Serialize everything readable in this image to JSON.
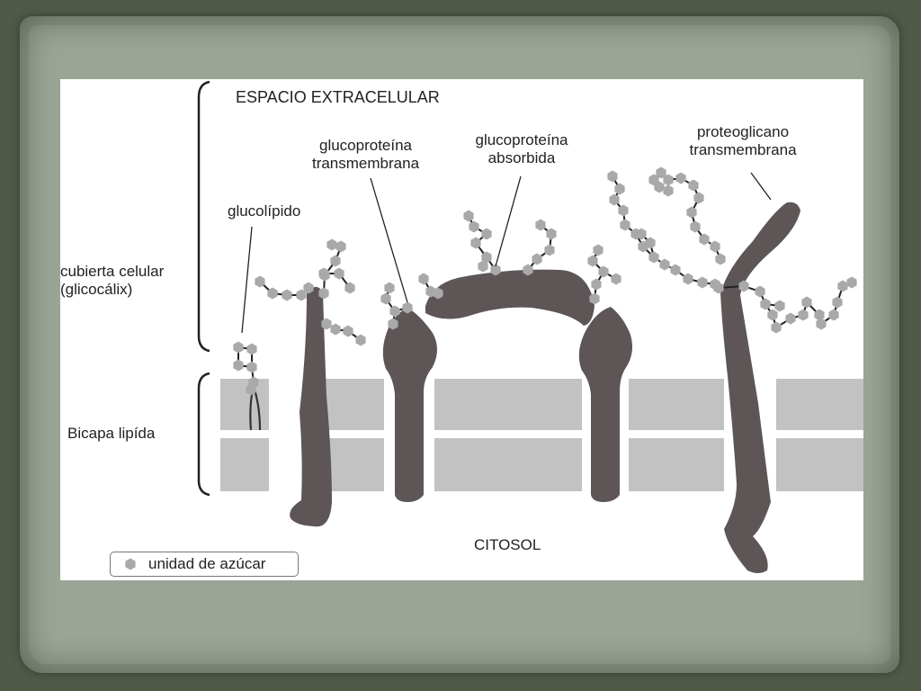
{
  "labels": {
    "extracellular": "ESPACIO EXTRACELULAR",
    "glycoprotein_tm": [
      "glucoproteína",
      "transmembrana"
    ],
    "glycoprotein_abs": [
      "glucoproteína",
      "absorbida"
    ],
    "proteoglycan_tm": [
      "proteoglicano",
      "transmembrana"
    ],
    "glycolipid": "glucolípido",
    "cell_coat": [
      "cubierta celular",
      "(glicocálix)"
    ],
    "bilayer": "Bicapa lipída",
    "cytosol": "CITOSOL"
  },
  "legend": {
    "label": "unidad de azúcar"
  },
  "colors": {
    "protein": "#5e5656",
    "sugar": "#a9a9a9",
    "membrane": "#c2c2c2",
    "background": "#ffffff"
  }
}
